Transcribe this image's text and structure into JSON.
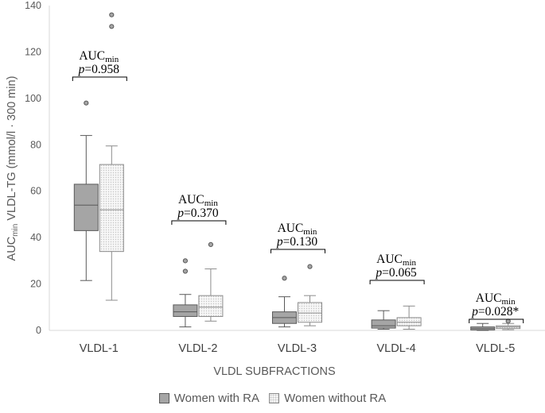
{
  "chart_data": {
    "type": "box",
    "xlabel": "VLDL SUBFRACTIONS",
    "ylabel_main": "AUC",
    "ylabel_sub": "min",
    "ylabel_rest": " VLDL-TG (mmol/l · 300 min)",
    "ylim": [
      0,
      140
    ],
    "yticks": [
      0,
      20,
      40,
      60,
      80,
      100,
      120,
      140
    ],
    "grid": false,
    "legend_position": "bottom",
    "categories": [
      "VLDL-1",
      "VLDL-2",
      "VLDL-3",
      "VLDL-4",
      "VLDL-5"
    ],
    "series": [
      {
        "name": "Women with RA",
        "color": "#a5a5a5",
        "boxes": [
          {
            "min": 21.5,
            "q1": 43,
            "median": 54,
            "q3": 63,
            "max": 84,
            "outliers": [
              98
            ]
          },
          {
            "min": 1.5,
            "q1": 6,
            "median": 8,
            "q3": 11,
            "max": 15.5,
            "outliers": [
              25.5,
              30
            ]
          },
          {
            "min": 1.5,
            "q1": 3,
            "median": 5.5,
            "q3": 8,
            "max": 14.5,
            "outliers": [
              22.5
            ]
          },
          {
            "min": 0.5,
            "q1": 1,
            "median": 2,
            "q3": 4.5,
            "max": 8.5,
            "outliers": []
          },
          {
            "min": 0,
            "q1": 0.2,
            "median": 0.8,
            "q3": 1.5,
            "max": 3,
            "outliers": []
          }
        ]
      },
      {
        "name": "Women without RA",
        "color": "#f2f2f2",
        "boxes": [
          {
            "min": 13,
            "q1": 34,
            "median": 52,
            "q3": 71.5,
            "max": 79.5,
            "outliers": [
              131,
              136
            ]
          },
          {
            "min": 4,
            "q1": 6,
            "median": 10,
            "q3": 15,
            "max": 26.5,
            "outliers": [
              37
            ]
          },
          {
            "min": 2,
            "q1": 3.5,
            "median": 7.5,
            "q3": 12,
            "max": 15,
            "outliers": [
              27.5
            ]
          },
          {
            "min": 0.5,
            "q1": 2,
            "median": 3.5,
            "q3": 5.5,
            "max": 10.5,
            "outliers": []
          },
          {
            "min": 0.3,
            "q1": 0.8,
            "median": 1.5,
            "q3": 2,
            "max": 3,
            "outliers": [
              4
            ]
          }
        ]
      }
    ],
    "annotations": [
      {
        "title_main": "AUC",
        "title_sub": "min",
        "p_label": "p",
        "p_value": "=0.958"
      },
      {
        "title_main": "AUC",
        "title_sub": "min",
        "p_label": "p",
        "p_value": "=0.370"
      },
      {
        "title_main": "AUC",
        "title_sub": "min",
        "p_label": "p",
        "p_value": "=0.130"
      },
      {
        "title_main": "AUC",
        "title_sub": "min",
        "p_label": "p",
        "p_value": "=0.065"
      },
      {
        "title_main": "AUC",
        "title_sub": "min",
        "p_label": "p",
        "p_value": "=0.028*"
      }
    ]
  },
  "legend": {
    "items": [
      {
        "label": "Women with RA"
      },
      {
        "label": "Women without RA"
      }
    ]
  }
}
